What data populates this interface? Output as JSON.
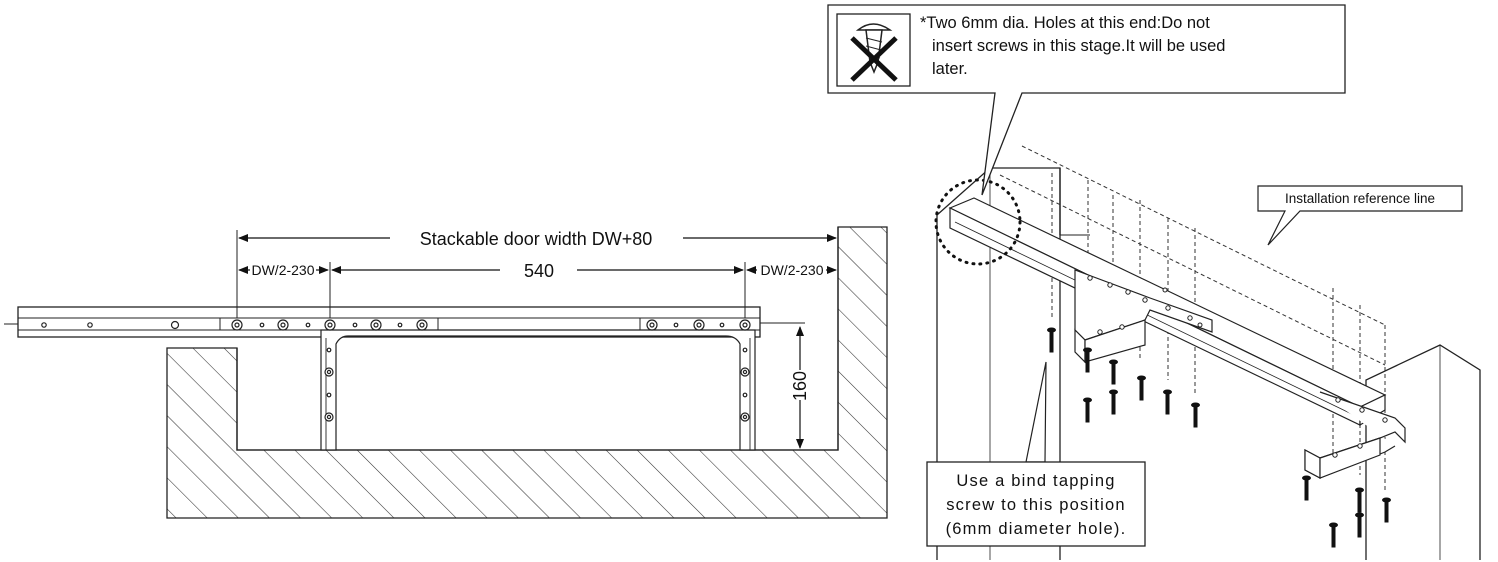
{
  "left_drawing": {
    "overall_width_label": "Stackable door width DW+80",
    "center_span_label": "540",
    "left_offset_label": "DW/2-230",
    "right_offset_label": "DW/2-230",
    "height_label": "160"
  },
  "right_drawing": {
    "warning_note": {
      "line1": "*Two 6mm dia. Holes at this end:Do not",
      "line2": "insert screws in this stage.It will be used",
      "line3": "later.",
      "icon": "no-screw-icon"
    },
    "reference_label": "Installation reference line",
    "screw_note": {
      "line1": "Use a bind tapping",
      "line2": "screw to this position",
      "line3": "(6mm diameter hole)."
    }
  }
}
